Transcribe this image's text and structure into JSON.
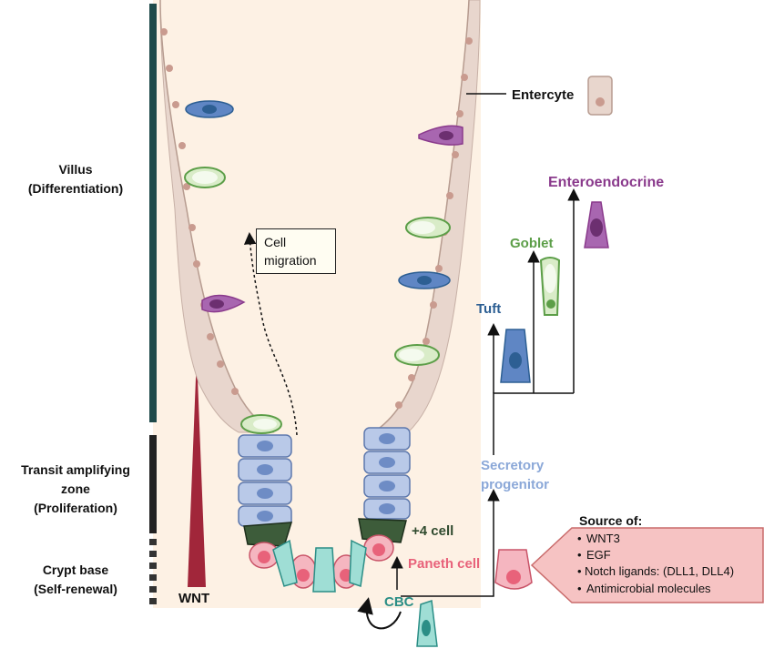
{
  "zones": {
    "villus": {
      "line1": "Villus",
      "line2": "(Differentiation)"
    },
    "transit": {
      "line1": "Transit amplifying",
      "line2": "zone",
      "line3": "(Proliferation)"
    },
    "crypt": {
      "line1": "Crypt base",
      "line2": "(Self-renewal)"
    }
  },
  "gradient_label": "WNT",
  "migration": {
    "line1": "Cell",
    "line2": "migration"
  },
  "labels": {
    "enterocyte": "Entercyte",
    "enteroendocrine": "Enteroendocrine",
    "goblet": "Goblet",
    "tuft": "Tuft",
    "secretory_line1": "Secretory",
    "secretory_line2": "progenitor",
    "plus4": "+4 cell",
    "paneth": "Paneth cell",
    "cbc": "CBC"
  },
  "source": {
    "title": "Source of:",
    "items": [
      "WNT3",
      "EGF",
      "Notch ligands: (DLL1, DLL4)",
      "Antimicrobial molecules"
    ]
  },
  "colors": {
    "villus_bar": "#1f4a4a",
    "transit_bar": "#222222",
    "crypt_bar": "#333333",
    "wnt": "#a1263a",
    "epithelium_bg": "#fdf1e4",
    "enterocyte": "#e8d6cd",
    "enteroendocrine": "#8a3a8c",
    "goblet": "#5c9e48",
    "tuft": "#2d5f93",
    "secretory": "#8ba8d8",
    "paneth": "#e8627a",
    "cbc": "#2b8e86",
    "plus4": "#2f4a2e",
    "source_box": "#f6c3c3"
  }
}
